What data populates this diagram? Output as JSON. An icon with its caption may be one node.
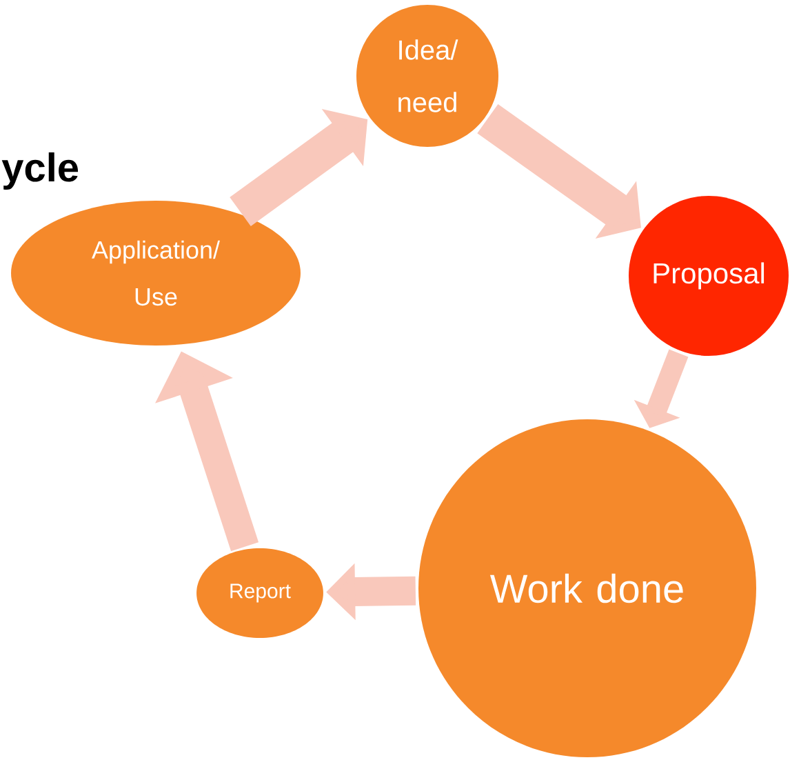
{
  "diagram": {
    "title": "ycle",
    "nodes": [
      {
        "text": [
          "Idea/ need"
        ]
      },
      {
        "text": [
          "Proposal"
        ]
      },
      {
        "text": [
          "Work done"
        ]
      },
      {
        "text": [
          "Report"
        ]
      },
      {
        "text": [
          "Application/ Use"
        ]
      }
    ],
    "edges": [
      {
        "from": 0,
        "to": 1,
        "arrow": "to"
      },
      {
        "from": 1,
        "to": 2,
        "arrow": "to"
      },
      {
        "from": 2,
        "to": 3,
        "arrow": "to"
      },
      {
        "from": 3,
        "to": 4,
        "arrow": "to"
      },
      {
        "from": 4,
        "to": 0,
        "arrow": "to"
      }
    ]
  }
}
